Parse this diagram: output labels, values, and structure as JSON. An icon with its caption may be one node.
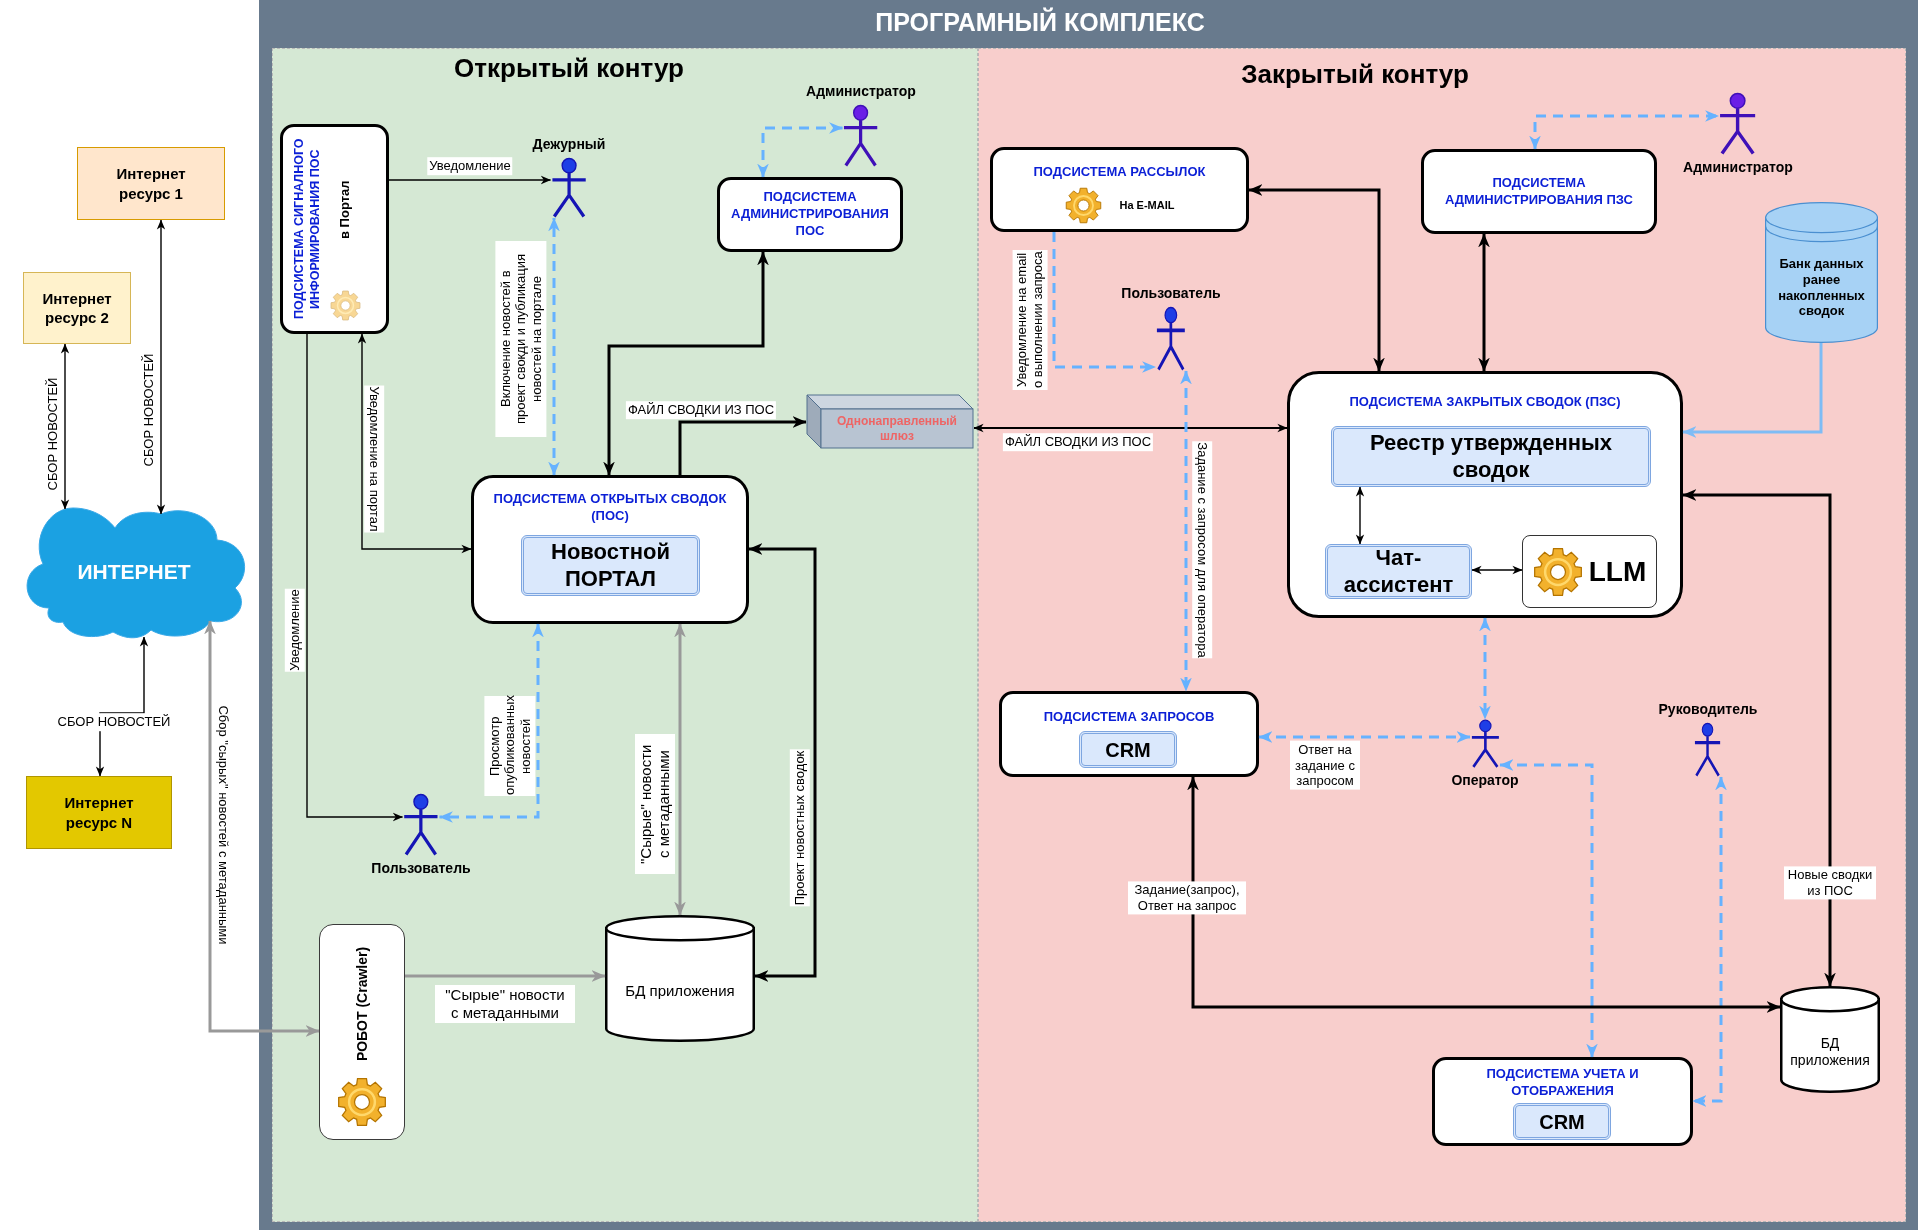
{
  "diagram": {
    "nodes": [
      {
        "text": [
          "Интернет ресурс 1"
        ]
      },
      {
        "text": [
          "Интернет ресурс 2"
        ]
      },
      {
        "text": [
          "ИНТЕРНЕТ"
        ]
      },
      {
        "text": [
          "Интернет ресурс N"
        ]
      },
      {
        "text": [
          "ПРОГРАМНЫЙ КОМПЛЕКС"
        ]
      },
      {
        "text": [
          "Открытый контур"
        ],
        "in": 4
      },
      {
        "text": [
          "ПОДСИСТЕМА СИГНАЛНОГО ИНФОРМИРОВАНИЯ ПОС",
          "в Портал"
        ],
        "in": 5
      },
      {
        "text": [
          "Дежурный"
        ],
        "in": 5
      },
      {
        "text": [
          "Администратор"
        ],
        "in": 5
      },
      {
        "text": [
          "ПОДСИСТЕМА АДМИНИСТРИРОВАНИЯ ПОС"
        ],
        "in": 5
      },
      {
        "text": [
          "Однонаправленный шлюз"
        ],
        "in": 5
      },
      {
        "text": [
          "ПОДСИСТЕМА ОТКРЫТЫХ СВОДОК (ПОС)"
        ],
        "in": 5
      },
      {
        "text": [
          "Новостной ПОРТАЛ"
        ],
        "in": 11
      },
      {
        "text": [
          "Пользователь"
        ],
        "in": 5
      },
      {
        "text": [
          "РОБОТ (Crawler)"
        ],
        "in": 5
      },
      {
        "text": [
          "БД приложения"
        ],
        "in": 5
      },
      {
        "text": [
          "Закрытый контур"
        ],
        "in": 4
      },
      {
        "text": [
          "ПОДСИСТЕМА РАССЫЛОК",
          "На E-MAIL"
        ],
        "in": 16
      },
      {
        "text": [
          "ПОДСИСТЕМА АДМИНИСТРИРОВАНИЯ ПЗС"
        ],
        "in": 16
      },
      {
        "text": [
          "Администратор"
        ],
        "in": 16
      },
      {
        "text": [
          "Банк данных ранее накопленных сводок"
        ],
        "in": 16
      },
      {
        "text": [
          "Пользователь"
        ],
        "in": 16
      },
      {
        "text": [
          "ПОДСИСТЕМА ЗАКРЫТЫХ СВОДОК (ПЗС)"
        ],
        "in": 16
      },
      {
        "text": [
          "Реестр утвержденных сводок"
        ],
        "in": 22
      },
      {
        "text": [
          "Чат-ассистент"
        ],
        "in": 22
      },
      {
        "text": [
          "LLM"
        ],
        "in": 22
      },
      {
        "text": [
          "ПОДСИСТЕМА ЗАПРОСОВ"
        ],
        "in": 16
      },
      {
        "text": [
          "CRM"
        ],
        "in": 26
      },
      {
        "text": [
          "Оператор"
        ],
        "in": 16
      },
      {
        "text": [
          "Руководитель"
        ],
        "in": 16
      },
      {
        "text": [
          "ПОДСИСТЕМА УЧЕТА И ОТОБРАЖЕНИЯ"
        ],
        "in": 16
      },
      {
        "text": [
          "CRM"
        ],
        "in": 30
      },
      {
        "text": [
          "БД приложения"
        ],
        "in": 16
      }
    ],
    "edges": [
      {
        "from": 0,
        "to": 2,
        "arrow": "both",
        "label": "СБОР НОВОСТЕЙ"
      },
      {
        "from": 1,
        "to": 2,
        "arrow": "both",
        "label": "СБОР НОВОСТЕЙ"
      },
      {
        "from": 2,
        "to": 3,
        "arrow": "both",
        "label": "СБОР НОВОСТЕЙ"
      },
      {
        "from": 2,
        "to": 14,
        "arrow": "both",
        "label": "Сбор \"сырых\" новостей с метаданными",
        "color": "#999999"
      },
      {
        "from": 6,
        "to": 7,
        "arrow": "to",
        "label": "Уведомление"
      },
      {
        "from": 6,
        "to": 11,
        "arrow": "both",
        "label": "Уведомление на портал"
      },
      {
        "from": 6,
        "to": 13,
        "arrow": "to",
        "label": "Уведомление"
      },
      {
        "from": 11,
        "to": 7,
        "arrow": "both",
        "label": "Включение новостей в проект свокди и публикация новостей на портале",
        "style": "dashed",
        "color": "#66b2ff"
      },
      {
        "from": 9,
        "to": 8,
        "arrow": "both",
        "style": "dashed",
        "color": "#66b2ff"
      },
      {
        "from": 11,
        "to": 9,
        "arrow": "both"
      },
      {
        "from": 11,
        "to": 10,
        "arrow": "to",
        "label": "ФАЙЛ СВОДКИ ИЗ ПОС"
      },
      {
        "from": 10,
        "to": 22,
        "arrow": "both",
        "label": "ФАЙЛ СВОДКИ ИЗ ПОС"
      },
      {
        "from": 11,
        "to": 13,
        "arrow": "both",
        "label": "Просмотр опубликованных новостей",
        "style": "dashed",
        "color": "#66b2ff"
      },
      {
        "from": 14,
        "to": 15,
        "arrow": "to",
        "label": "\"Сырые\" новости с метаданными",
        "color": "#999999"
      },
      {
        "from": 11,
        "to": 15,
        "arrow": "both",
        "label": "\"Сырые\" новости с метаданными",
        "color": "#999999"
      },
      {
        "from": 15,
        "to": 11,
        "arrow": "both",
        "label": "Проект новостных сводок"
      },
      {
        "from": 22,
        "to": 17,
        "arrow": "both"
      },
      {
        "from": 17,
        "to": 21,
        "arrow": "to",
        "label": "Уведомление на email о выполнении запроса",
        "style": "dashed",
        "color": "#66b2ff"
      },
      {
        "from": 18,
        "to": 19,
        "arrow": "both",
        "style": "dashed",
        "color": "#66b2ff"
      },
      {
        "from": 22,
        "to": 18,
        "arrow": "both"
      },
      {
        "from": 20,
        "to": 22,
        "arrow": "to",
        "color": "#7ebcf5"
      },
      {
        "from": 23,
        "to": 24,
        "arrow": "both"
      },
      {
        "from": 24,
        "to": 25,
        "arrow": "both"
      },
      {
        "from": 21,
        "to": 26,
        "arrow": "both",
        "label": "Задание с запросом для оператора",
        "style": "dashed",
        "color": "#66b2ff"
      },
      {
        "from": 22,
        "to": 28,
        "arrow": "both",
        "style": "dashed",
        "color": "#66b2ff"
      },
      {
        "from": 26,
        "to": 28,
        "arrow": "both",
        "label": "Ответ на задание с запросом",
        "style": "dashed",
        "color": "#66b2ff"
      },
      {
        "from": 28,
        "to": 30,
        "arrow": "both",
        "style": "dashed",
        "color": "#66b2ff"
      },
      {
        "from": 29,
        "to": 30,
        "arrow": "both",
        "style": "dashed",
        "color": "#66b2ff"
      },
      {
        "from": 22,
        "to": 32,
        "arrow": "both",
        "label": "Новые сводки из ПОС"
      },
      {
        "from": 26,
        "to": 32,
        "arrow": "both",
        "label": "Задание(запрос), Ответ на запрос"
      }
    ]
  }
}
